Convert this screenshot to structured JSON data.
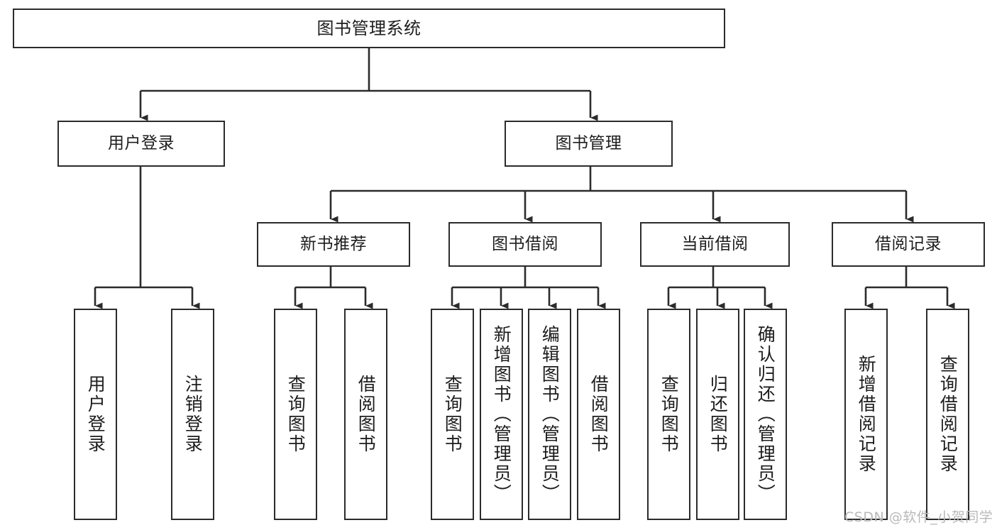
{
  "diagram": {
    "title": "图书管理系统",
    "type": "tree-hierarchy-chart",
    "watermark": "CSDN @软件_小贺同学",
    "colors": {
      "stroke": "#2b2b2b",
      "fill": "#ffffff",
      "text": "#1d1d1d",
      "watermark": "#b9b9b9"
    },
    "nodes": {
      "root": {
        "label": "图书管理系统"
      },
      "level2": [
        {
          "id": "user-login",
          "label": "用户登录"
        },
        {
          "id": "book-management",
          "label": "图书管理"
        }
      ],
      "level3": [
        {
          "id": "new-book-recommend",
          "label": "新书推荐"
        },
        {
          "id": "book-borrow",
          "label": "图书借阅"
        },
        {
          "id": "current-borrow",
          "label": "当前借阅"
        },
        {
          "id": "borrow-record",
          "label": "借阅记录"
        }
      ],
      "leaves": {
        "user_login": [
          {
            "id": "leaf-user-login",
            "label": "用户登录"
          },
          {
            "id": "leaf-logout-login",
            "label": "注销登录"
          }
        ],
        "new_book_recommend": [
          {
            "id": "leaf-query-book-1",
            "label": "查询图书"
          },
          {
            "id": "leaf-borrow-book-1",
            "label": "借阅图书"
          }
        ],
        "book_borrow": [
          {
            "id": "leaf-query-book-2",
            "label": "查询图书"
          },
          {
            "id": "leaf-add-book",
            "label": "新增图书（管理员）"
          },
          {
            "id": "leaf-edit-book",
            "label": "编辑图书（管理员）"
          },
          {
            "id": "leaf-borrow-book-2",
            "label": "借阅图书"
          }
        ],
        "current_borrow": [
          {
            "id": "leaf-query-book-3",
            "label": "查询图书"
          },
          {
            "id": "leaf-return-book",
            "label": "归还图书"
          },
          {
            "id": "leaf-confirm-return",
            "label": "确认归还（管理员）"
          }
        ],
        "borrow_record": [
          {
            "id": "leaf-add-record",
            "label": "新增借阅记录"
          },
          {
            "id": "leaf-query-record",
            "label": "查询借阅记录"
          }
        ]
      }
    }
  }
}
